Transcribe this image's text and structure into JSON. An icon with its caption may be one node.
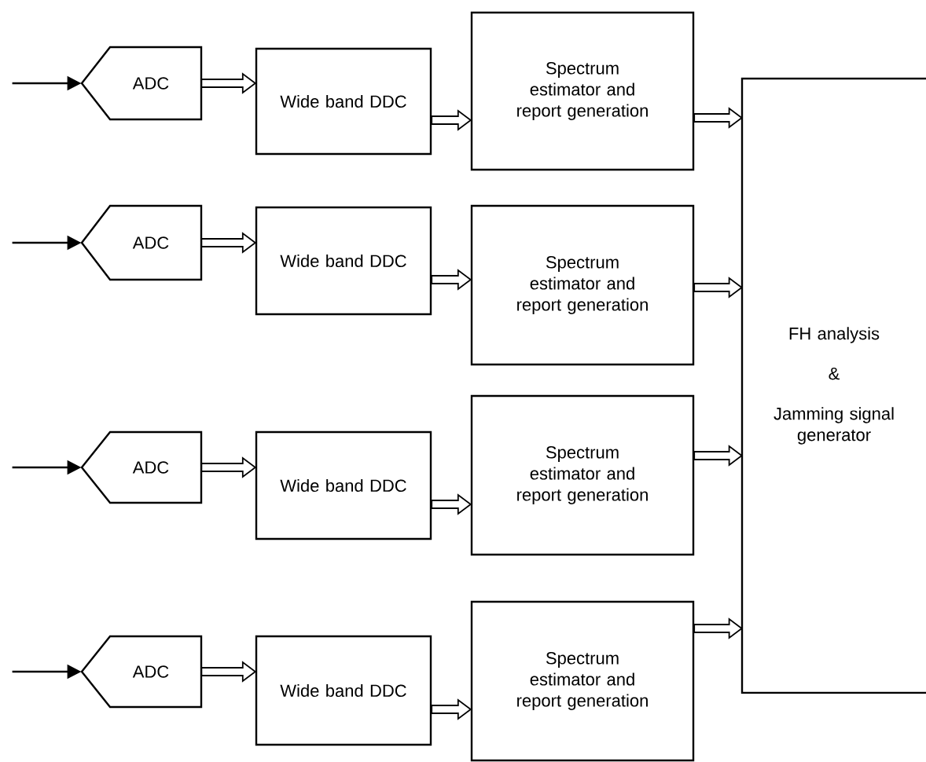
{
  "diagram": {
    "nodes": [
      {
        "text": [
          "ADC"
        ]
      },
      {
        "text": [
          "Wide band DDC"
        ]
      },
      {
        "text": [
          "Spectrum estimator and report generation"
        ]
      },
      {
        "text": [
          "ADC"
        ]
      },
      {
        "text": [
          "Wide band DDC"
        ]
      },
      {
        "text": [
          "Spectrum estimator and report generation"
        ]
      },
      {
        "text": [
          "ADC"
        ]
      },
      {
        "text": [
          "Wide band DDC"
        ]
      },
      {
        "text": [
          "Spectrum estimator and report generation"
        ]
      },
      {
        "text": [
          "ADC"
        ]
      },
      {
        "text": [
          "Wide band DDC"
        ]
      },
      {
        "text": [
          "Spectrum estimator and report generation"
        ]
      },
      {
        "text": [
          "FH  analysis",
          "&",
          "Jamming signal generator"
        ]
      }
    ],
    "edges": [
      {
        "from": null,
        "to": 0,
        "arrow": "to"
      },
      {
        "from": 0,
        "to": 1,
        "arrow": "to"
      },
      {
        "from": 1,
        "to": 2,
        "arrow": "to"
      },
      {
        "from": 2,
        "to": 12,
        "arrow": "to"
      },
      {
        "from": null,
        "to": 3,
        "arrow": "to"
      },
      {
        "from": 3,
        "to": 4,
        "arrow": "to"
      },
      {
        "from": 4,
        "to": 5,
        "arrow": "to"
      },
      {
        "from": 5,
        "to": 12,
        "arrow": "to"
      },
      {
        "from": null,
        "to": 6,
        "arrow": "to"
      },
      {
        "from": 6,
        "to": 7,
        "arrow": "to"
      },
      {
        "from": 7,
        "to": 8,
        "arrow": "to"
      },
      {
        "from": 8,
        "to": 12,
        "arrow": "to"
      },
      {
        "from": null,
        "to": 9,
        "arrow": "to"
      },
      {
        "from": 9,
        "to": 10,
        "arrow": "to"
      },
      {
        "from": 10,
        "to": 11,
        "arrow": "to"
      },
      {
        "from": 11,
        "to": 12,
        "arrow": "to"
      }
    ]
  }
}
